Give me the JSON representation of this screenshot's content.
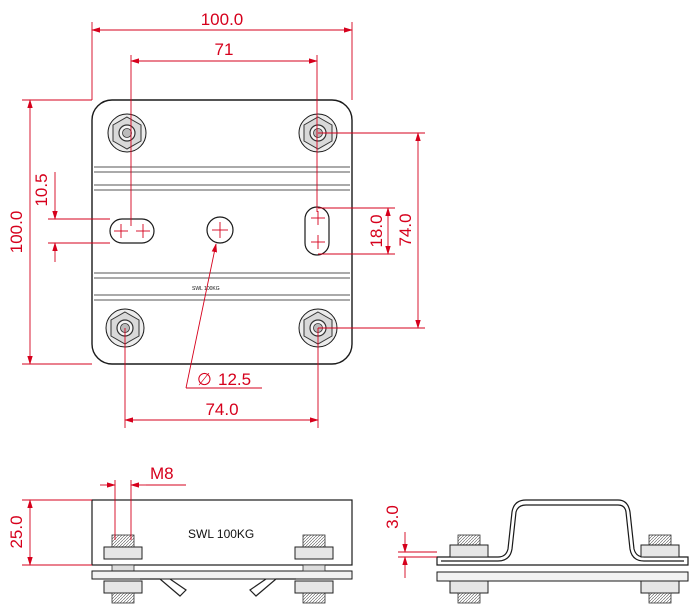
{
  "dimensions": {
    "overall_width": "100.0",
    "slot_spacing": "71",
    "overall_height": "100.0",
    "slot_width": "10.5",
    "slot_length": "18.0",
    "bolt_spacing_vertical": "74.0",
    "hole_diameter": "12.5",
    "bolt_spacing_horizontal": "74.0",
    "thread": "M8",
    "side_height": "25.0",
    "plate_thickness": "3.0",
    "diameter_symbol": "∅"
  },
  "plate_marking": "SWL 100KG",
  "colors": {
    "dimension": "#d6001c",
    "outline": "#1a1a1a",
    "fill": "#e6e6e6"
  }
}
